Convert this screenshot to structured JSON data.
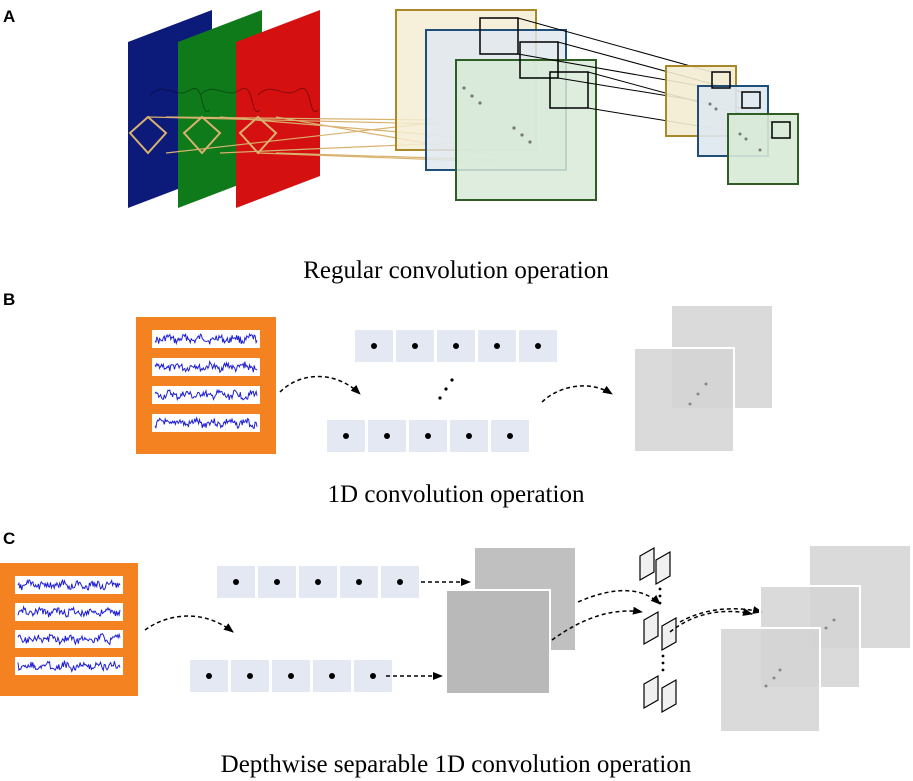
{
  "panels": [
    {
      "letter": "A",
      "caption": "Regular convolution operation"
    },
    {
      "letter": "B",
      "caption": "1D convolution operation"
    },
    {
      "letter": "C",
      "caption": "Depthwise separable 1D convolution operation"
    }
  ],
  "colors": {
    "blue_channel": "#0c1a7a",
    "green_channel": "#0f7a1a",
    "red_channel": "#d41010",
    "kernel_outline": "#d8b26e",
    "fmap_yellow_fill": "#f4ecd2",
    "fmap_yellow_stroke": "#a7892a",
    "fmap_blue_fill": "#dfe8ef",
    "fmap_blue_stroke": "#1f4e79",
    "fmap_green_fill": "#d8ead7",
    "fmap_green_stroke": "#2e5e24",
    "signal_frame": "#f58220",
    "signal_line": "#1f1fd6",
    "kernel_cell": "#e3e8f2",
    "output_gray": "#d4d4d4",
    "depthwise_gray": "#b9b9b9"
  }
}
